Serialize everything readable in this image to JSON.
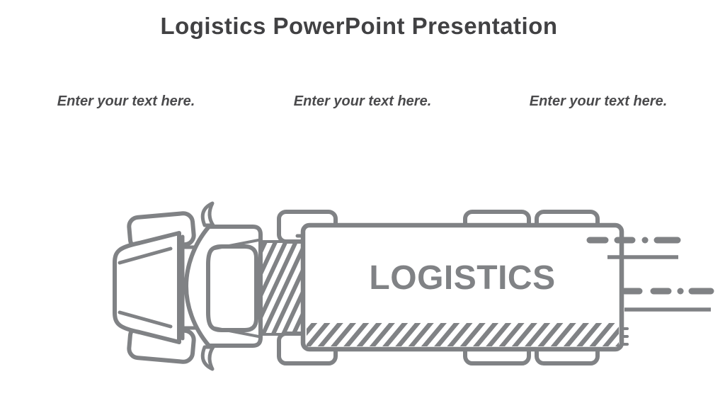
{
  "slide": {
    "title": "Logistics PowerPoint Presentation",
    "placeholders": [
      {
        "label": "Enter your text here."
      },
      {
        "label": "Enter your text here."
      },
      {
        "label": "Enter your text here."
      }
    ],
    "truck_label": "LOGISTICS"
  },
  "colors": {
    "illustration_line": "#808285",
    "title_text": "#414143",
    "placeholder_text": "#4a4a4c",
    "background": "#ffffff"
  }
}
